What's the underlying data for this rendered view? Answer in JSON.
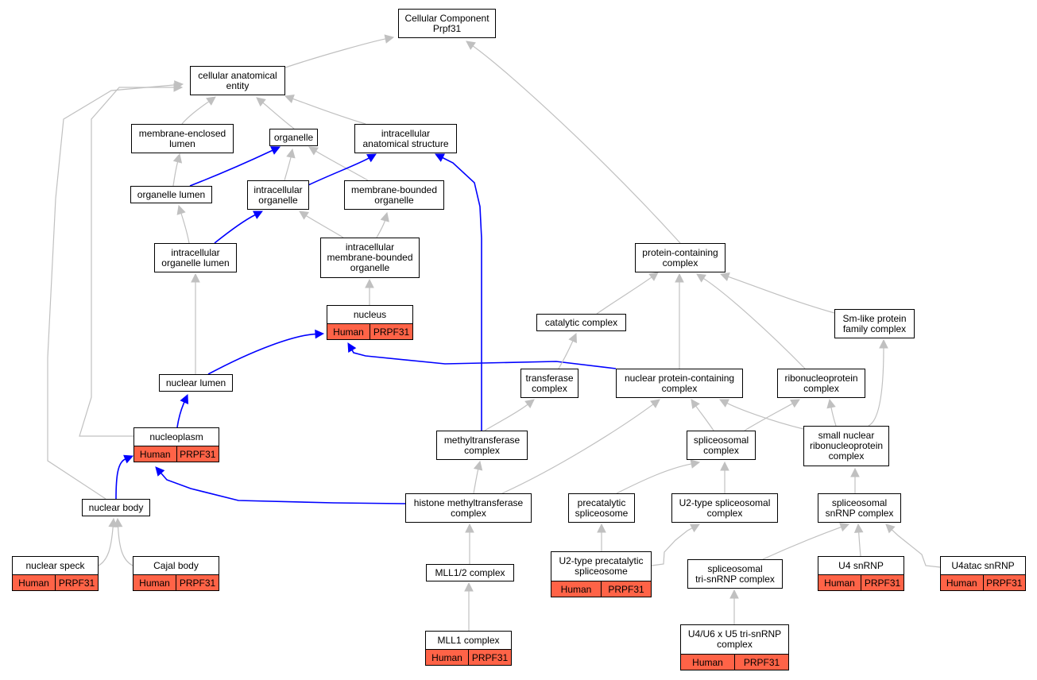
{
  "colors": {
    "edge_default": "#c0c0c0",
    "edge_highlight": "#0000ff",
    "annotation_fill": "#ff6347"
  },
  "annotation": {
    "species": "Human",
    "gene": "PRPF31"
  },
  "nodes": [
    {
      "id": "cc",
      "label": "Cellular Component\nPrpf31"
    },
    {
      "id": "cae",
      "label": "cellular anatomical\nentity"
    },
    {
      "id": "mel",
      "label": "membrane-enclosed\nlumen"
    },
    {
      "id": "org",
      "label": "organelle"
    },
    {
      "id": "ias",
      "label": "intracellular\nanatomical structure"
    },
    {
      "id": "orgl",
      "label": "organelle lumen"
    },
    {
      "id": "io",
      "label": "intracellular\norganelle"
    },
    {
      "id": "mbo",
      "label": "membrane-bounded\norganelle"
    },
    {
      "id": "iol",
      "label": "intracellular\norganelle lumen"
    },
    {
      "id": "imbo",
      "label": "intracellular\nmembrane-bounded\norganelle"
    },
    {
      "id": "nuc",
      "label": "nucleus",
      "annotated": true
    },
    {
      "id": "nl",
      "label": "nuclear lumen"
    },
    {
      "id": "np",
      "label": "nucleoplasm",
      "annotated": true
    },
    {
      "id": "nb",
      "label": "nuclear body"
    },
    {
      "id": "ns",
      "label": "nuclear speck",
      "annotated": true
    },
    {
      "id": "cb",
      "label": "Cajal body",
      "annotated": true
    },
    {
      "id": "pcc",
      "label": "protein-containing\ncomplex"
    },
    {
      "id": "cat",
      "label": "catalytic complex"
    },
    {
      "id": "sml",
      "label": "Sm-like protein\nfamily complex"
    },
    {
      "id": "tr",
      "label": "transferase\ncomplex"
    },
    {
      "id": "npc",
      "label": "nuclear protein-containing\ncomplex"
    },
    {
      "id": "rnp",
      "label": "ribonucleoprotein\ncomplex"
    },
    {
      "id": "mt",
      "label": "methyltransferase\ncomplex"
    },
    {
      "id": "sc",
      "label": "spliceosomal\ncomplex"
    },
    {
      "id": "snrnp",
      "label": "small nuclear\nribonucleoprotein\ncomplex"
    },
    {
      "id": "hmt",
      "label": "histone methyltransferase\ncomplex"
    },
    {
      "id": "pre",
      "label": "precatalytic\nspliceosome"
    },
    {
      "id": "u2s",
      "label": "U2-type spliceosomal\ncomplex"
    },
    {
      "id": "ssn",
      "label": "spliceosomal\nsnRNP complex"
    },
    {
      "id": "mll12",
      "label": "MLL1/2 complex"
    },
    {
      "id": "u2pre",
      "label": "U2-type precatalytic\nspliceosome",
      "annotated": true
    },
    {
      "id": "tri",
      "label": "spliceosomal\ntri-snRNP complex"
    },
    {
      "id": "u4",
      "label": "U4 snRNP",
      "annotated": true
    },
    {
      "id": "u4atac",
      "label": "U4atac snRNP",
      "annotated": true
    },
    {
      "id": "mll1",
      "label": "MLL1 complex",
      "annotated": true
    },
    {
      "id": "u4u6",
      "label": "U4/U6 x U5 tri-snRNP\ncomplex",
      "annotated": true
    }
  ],
  "edges": [
    {
      "from": "cae",
      "to": "cc"
    },
    {
      "from": "pcc",
      "to": "cc"
    },
    {
      "from": "mel",
      "to": "cae"
    },
    {
      "from": "org",
      "to": "cae"
    },
    {
      "from": "ias",
      "to": "cae"
    },
    {
      "from": "np",
      "to": "cae"
    },
    {
      "from": "nb",
      "to": "cae"
    },
    {
      "from": "orgl",
      "to": "mel"
    },
    {
      "from": "orgl",
      "to": "org",
      "highlight": true
    },
    {
      "from": "io",
      "to": "org"
    },
    {
      "from": "mbo",
      "to": "org"
    },
    {
      "from": "io",
      "to": "ias",
      "highlight": true
    },
    {
      "from": "mt",
      "to": "ias",
      "highlight": true
    },
    {
      "from": "iol",
      "to": "orgl"
    },
    {
      "from": "iol",
      "to": "io",
      "highlight": true
    },
    {
      "from": "imbo",
      "to": "io"
    },
    {
      "from": "imbo",
      "to": "mbo"
    },
    {
      "from": "nuc",
      "to": "imbo"
    },
    {
      "from": "nl",
      "to": "iol"
    },
    {
      "from": "nl",
      "to": "nuc",
      "highlight": true
    },
    {
      "from": "npc",
      "to": "nuc",
      "highlight": true
    },
    {
      "from": "np",
      "to": "nl",
      "highlight": true
    },
    {
      "from": "nb",
      "to": "np",
      "highlight": true
    },
    {
      "from": "hmt",
      "to": "np",
      "highlight": true
    },
    {
      "from": "ns",
      "to": "nb"
    },
    {
      "from": "cb",
      "to": "nb"
    },
    {
      "from": "cat",
      "to": "pcc"
    },
    {
      "from": "npc",
      "to": "pcc"
    },
    {
      "from": "rnp",
      "to": "pcc"
    },
    {
      "from": "sml",
      "to": "pcc"
    },
    {
      "from": "tr",
      "to": "cat"
    },
    {
      "from": "mt",
      "to": "tr"
    },
    {
      "from": "sc",
      "to": "npc"
    },
    {
      "from": "snrnp",
      "to": "npc"
    },
    {
      "from": "hmt",
      "to": "npc"
    },
    {
      "from": "sc",
      "to": "rnp"
    },
    {
      "from": "snrnp",
      "to": "rnp"
    },
    {
      "from": "snrnp",
      "to": "sml"
    },
    {
      "from": "hmt",
      "to": "mt"
    },
    {
      "from": "pre",
      "to": "sc"
    },
    {
      "from": "u2s",
      "to": "sc"
    },
    {
      "from": "ssn",
      "to": "snrnp"
    },
    {
      "from": "mll12",
      "to": "hmt"
    },
    {
      "from": "u2pre",
      "to": "pre"
    },
    {
      "from": "u2pre",
      "to": "u2s"
    },
    {
      "from": "tri",
      "to": "ssn"
    },
    {
      "from": "u4",
      "to": "ssn"
    },
    {
      "from": "u4atac",
      "to": "ssn"
    },
    {
      "from": "mll1",
      "to": "mll12"
    },
    {
      "from": "u4u6",
      "to": "tri"
    }
  ]
}
